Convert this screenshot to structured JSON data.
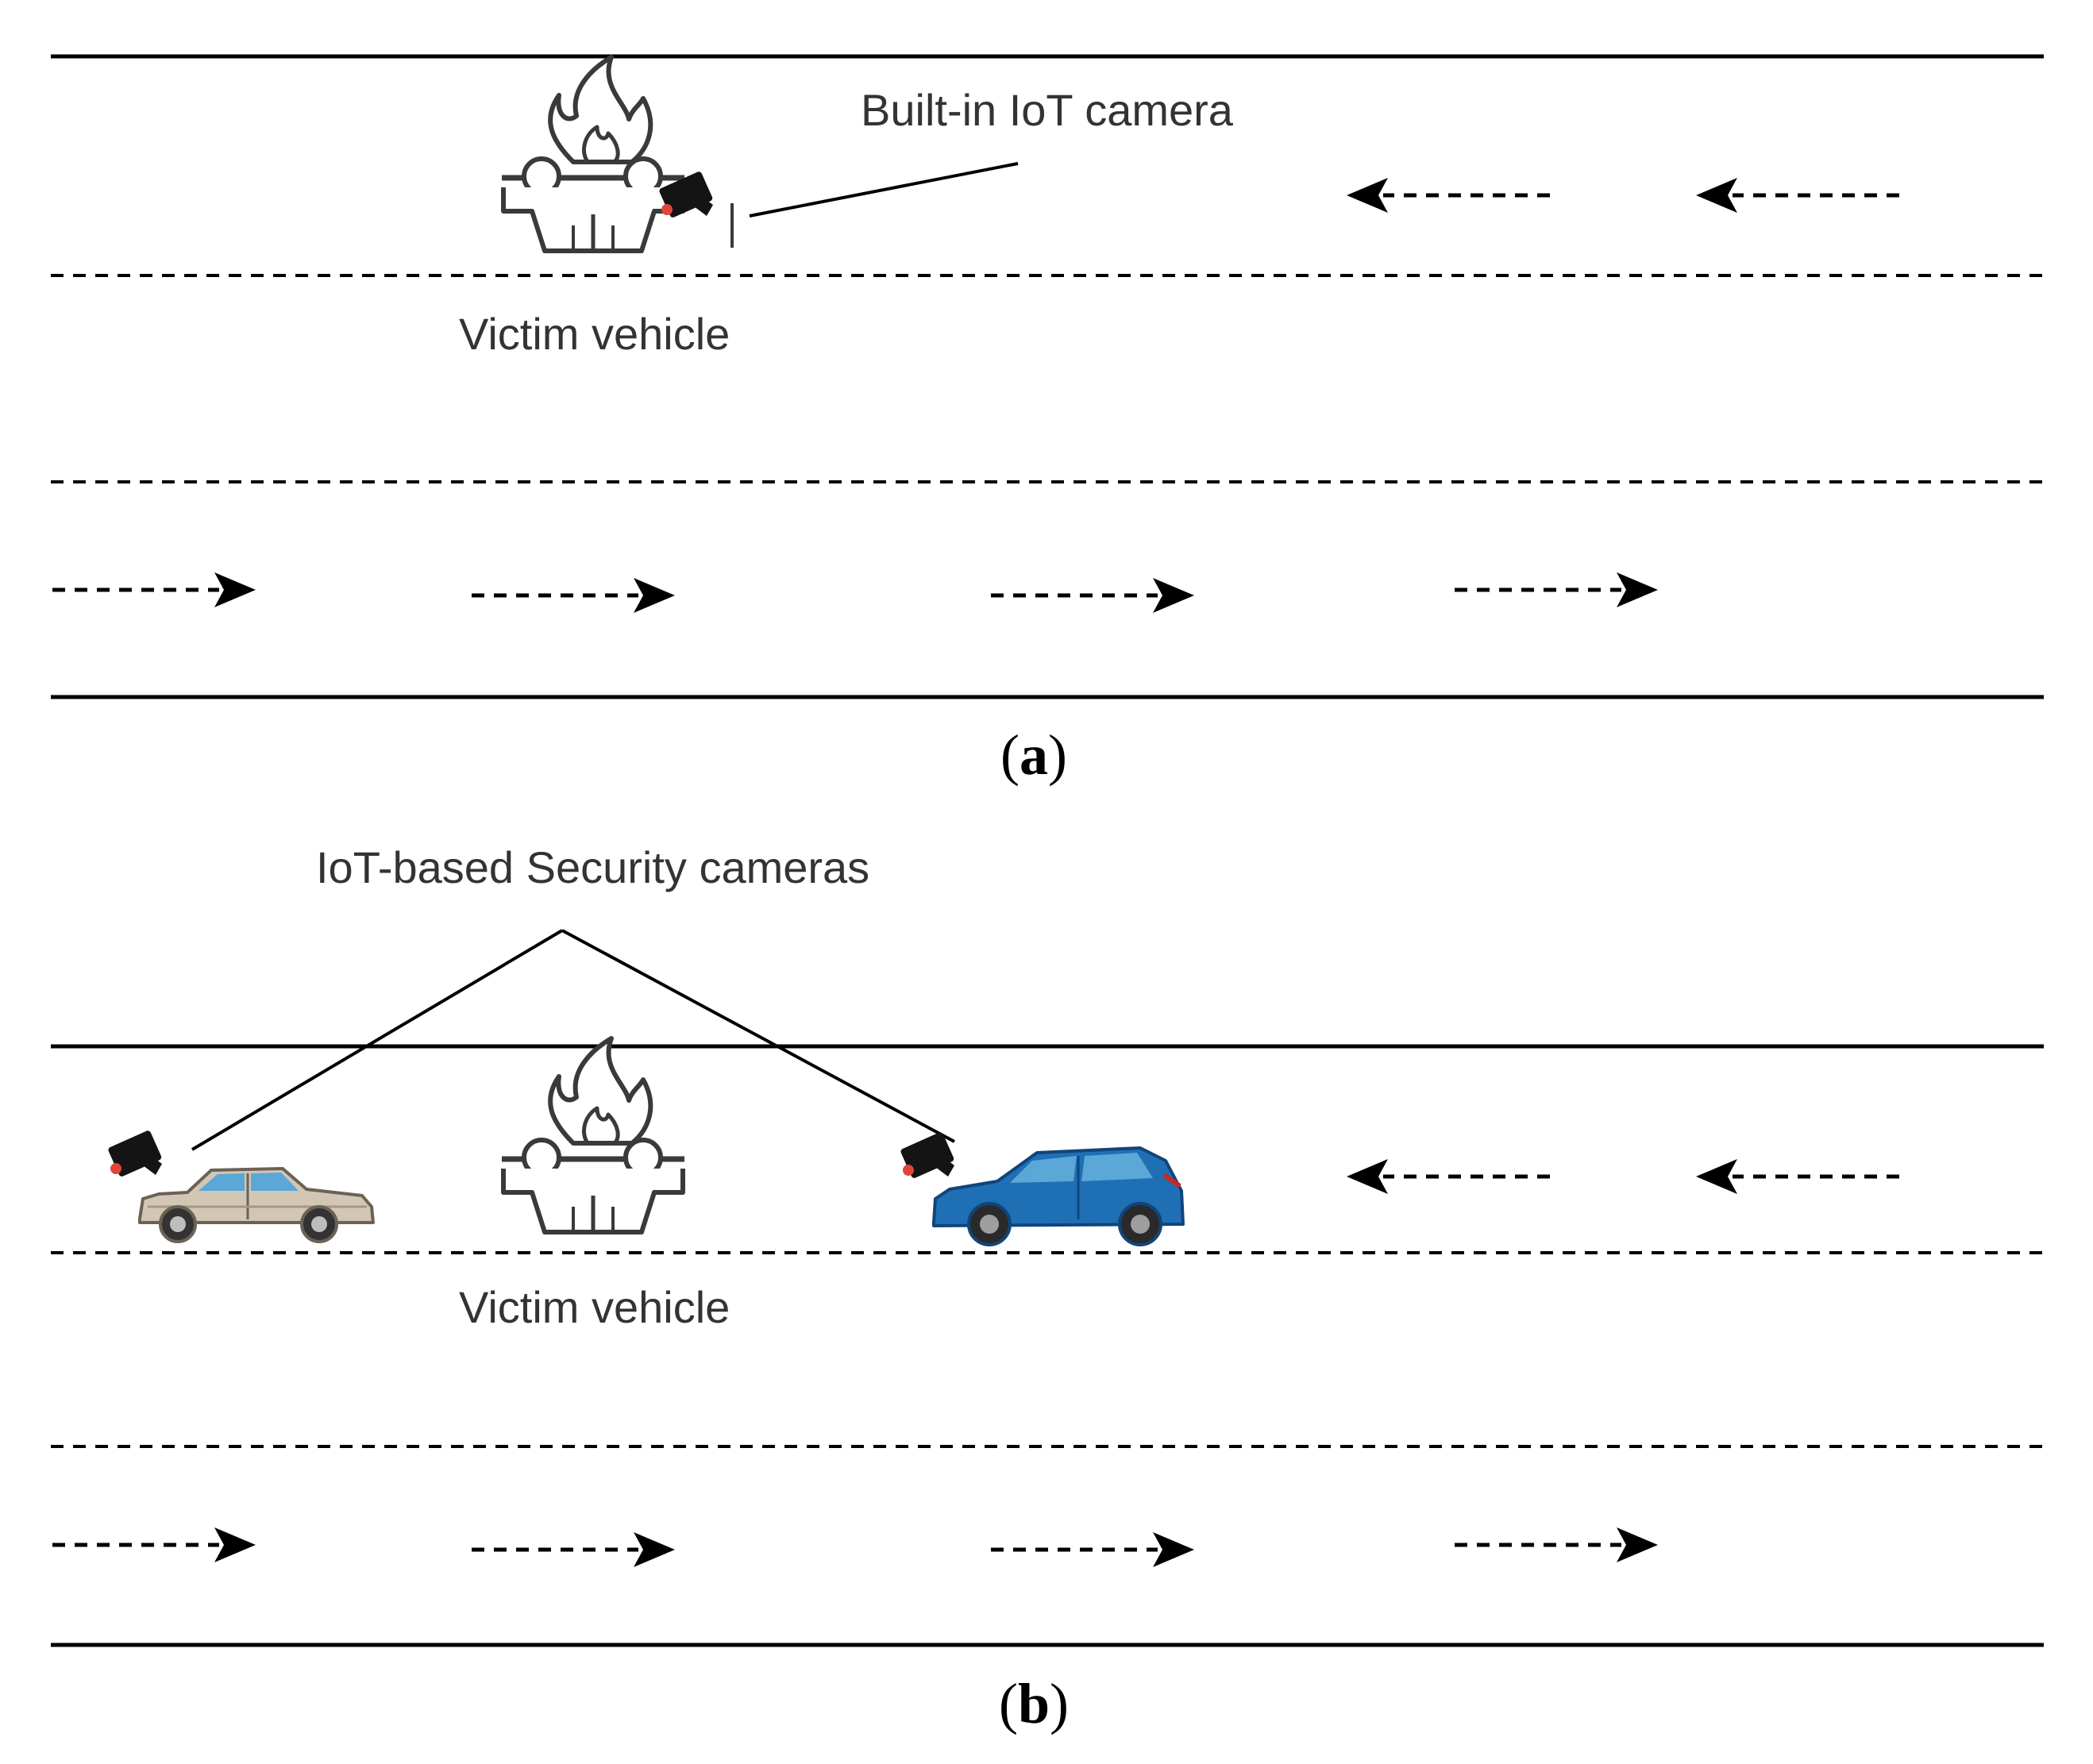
{
  "panels": [
    {
      "caption_open": "(",
      "caption_letter": "a",
      "caption_close": ")",
      "camera_label": "Built-in IoT camera",
      "victim_label": "Victim vehicle"
    },
    {
      "caption_open": "(",
      "caption_letter": "b",
      "caption_close": ")",
      "camera_label": "IoT-based Security cameras",
      "victim_label": "Victim vehicle"
    }
  ],
  "icons": {
    "flame": "flame-icon",
    "overturned_car": "overturned-car-icon",
    "camera": "security-camera-icon",
    "sedan": "beige-sedan-icon",
    "hatchback": "blue-hatchback-icon",
    "arrow": "dashed-arrow-icon"
  },
  "colors": {
    "road_line": "#000000",
    "label_text": "#333333",
    "sedan_body": "#d2c6b4",
    "hatchback_body": "#1f6fb5",
    "camera_led": "#e0453a",
    "window": "#5aa7d8"
  },
  "traffic": {
    "upper_lane_direction": "left",
    "lower_lane_direction": "right"
  }
}
